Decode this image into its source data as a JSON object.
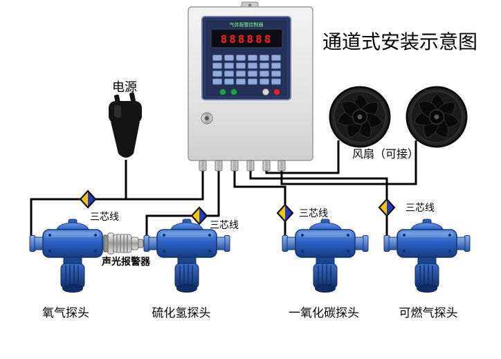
{
  "title": "通道式安装示意图",
  "controller": {
    "panel_title": "气体报警控制器",
    "display_value": "888888"
  },
  "power": {
    "label": "电源"
  },
  "fans": {
    "label": "风扇（可接）"
  },
  "alarm": {
    "label": "声光报警器"
  },
  "wires": [
    {
      "label": "三芯线"
    },
    {
      "label": "三芯线"
    },
    {
      "label": "三芯线"
    },
    {
      "label": "三芯线"
    }
  ],
  "detectors": [
    {
      "label": "氧气探头"
    },
    {
      "label": "硫化氢探头"
    },
    {
      "label": "一氧化碳探头"
    },
    {
      "label": "可燃气探头"
    }
  ],
  "colors": {
    "detector_blue": "#2b62c4",
    "diamond_yellow": "#f6c400",
    "diamond_blue": "#1f3bbf",
    "led_red": "#ff2016",
    "panel_navy": "#233158",
    "wire_black": "#000000"
  }
}
